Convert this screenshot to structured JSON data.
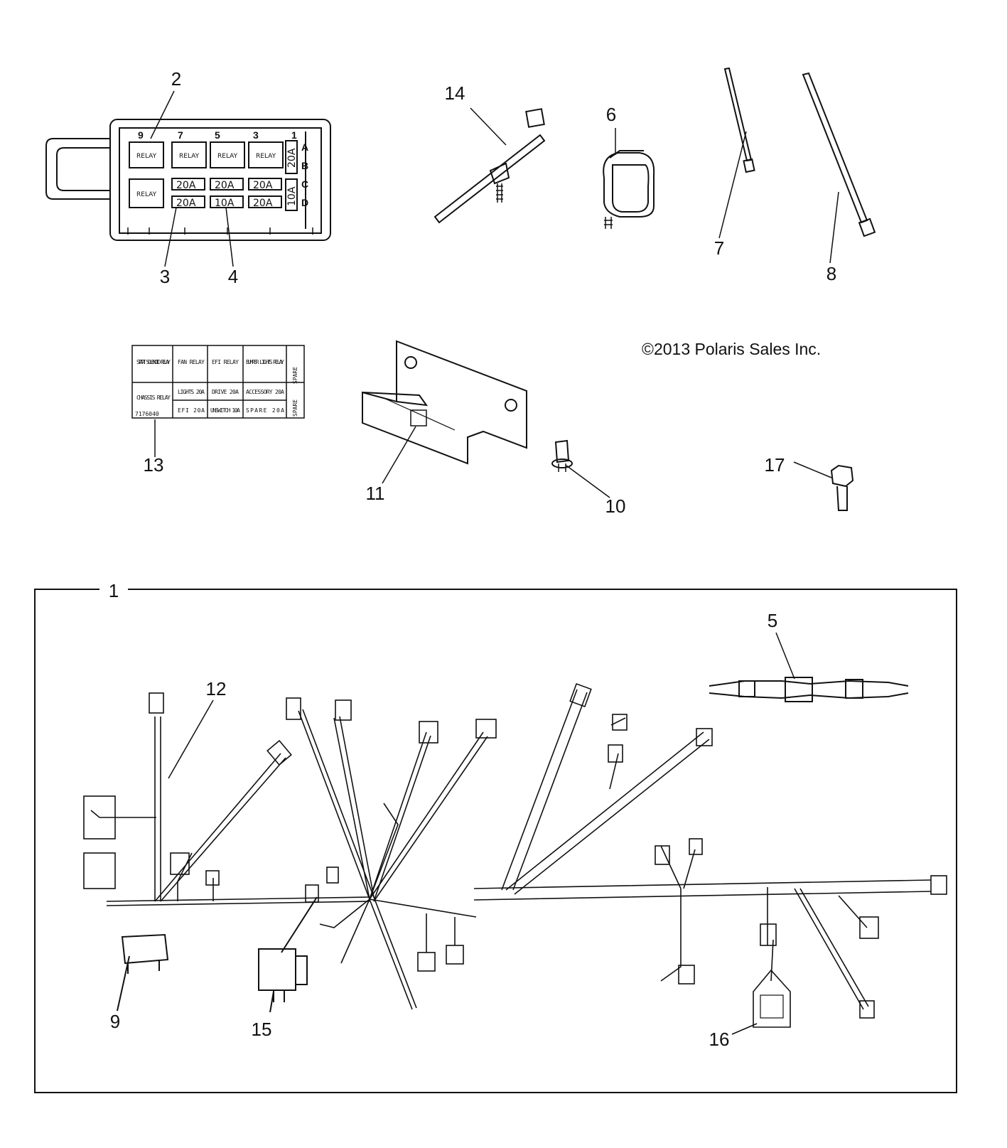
{
  "copyright": "©2013 Polaris Sales Inc.",
  "callouts": {
    "c1": "1",
    "c2": "2",
    "c3": "3",
    "c4": "4",
    "c5": "5",
    "c6": "6",
    "c7": "7",
    "c8": "8",
    "c9": "9",
    "c10": "10",
    "c11": "11",
    "c12": "12",
    "c13": "13",
    "c14": "14",
    "c15": "15",
    "c16": "16",
    "c17": "17"
  },
  "fuse_box": {
    "slot_numbers": [
      "9",
      "7",
      "5",
      "3",
      "1"
    ],
    "relay_label": "RELAY",
    "row_letters": [
      "A",
      "B",
      "C",
      "D"
    ],
    "top_fuses": [
      "20A",
      "20A",
      "20A"
    ],
    "bottom_fuses": [
      "20A",
      "10A",
      "20A"
    ],
    "side_fuses": [
      "20A",
      "10A"
    ]
  },
  "fuse_label": {
    "r1": [
      "START SOLENOID RELAY",
      "FAN RELAY",
      "EFI RELAY",
      "BUMPER LIGHTS RELAY",
      "SPARE"
    ],
    "chassis": "CHASSIS RELAY",
    "r2": [
      "LIGHTS 20A",
      "DRIVE 20A",
      "ACCESSORY 20A"
    ],
    "r3": [
      "EFI 20A",
      "UNSWITCH 10A",
      "SPARE 20A"
    ],
    "spare2": "SPARE",
    "part_no": "7176040"
  }
}
